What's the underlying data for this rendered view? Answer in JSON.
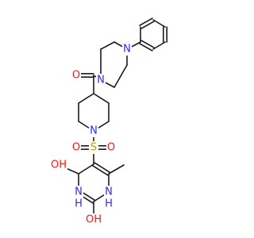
{
  "colors": {
    "bond": "#1a1a1a",
    "carbon": "#1a1a1a",
    "nitrogen": "#2a2af0",
    "oxygen": "#ee1c1c",
    "sulfur": "#b8a000"
  },
  "atoms": [
    {
      "id": "n_pip2",
      "element": "N",
      "label": "N"
    },
    {
      "id": "o_carbonyl",
      "element": "O",
      "label": "O"
    },
    {
      "id": "n_pip1",
      "element": "N",
      "label": "N"
    },
    {
      "id": "n_piperidine",
      "element": "N",
      "label": "N"
    },
    {
      "id": "s",
      "element": "S",
      "label": "S"
    },
    {
      "id": "o_s1",
      "element": "O",
      "label": "O"
    },
    {
      "id": "o_s2",
      "element": "O",
      "label": "O"
    },
    {
      "id": "oh_left",
      "element": "O",
      "label": "OH"
    },
    {
      "id": "n3",
      "element": "N",
      "label": "N"
    },
    {
      "id": "h3",
      "element": "H",
      "label": "H"
    },
    {
      "id": "n1",
      "element": "N",
      "label": "N"
    },
    {
      "id": "h1",
      "element": "H",
      "label": "H"
    },
    {
      "id": "oh_bottom",
      "element": "O",
      "label": "OH"
    }
  ]
}
